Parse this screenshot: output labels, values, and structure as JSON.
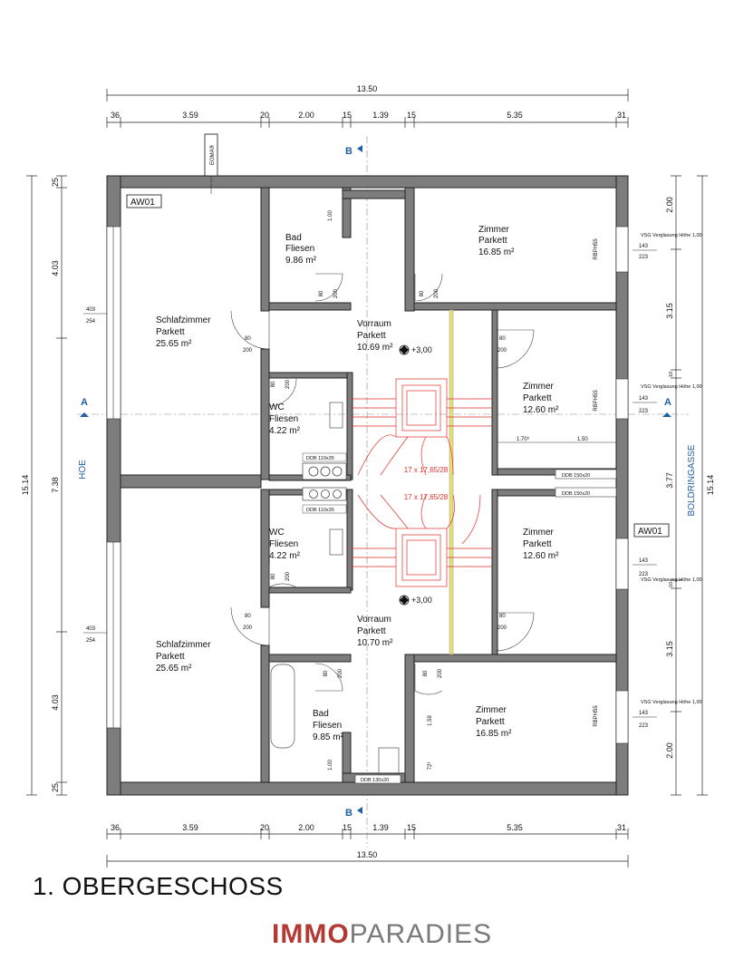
{
  "floor_title": "1. OBERGESCHOSS",
  "logo": {
    "text_left": "IMMO",
    "text_right": "PARADIES"
  },
  "dims": {
    "total_width": "13.50",
    "top_segments": [
      "36",
      "3.59",
      "20",
      "2.00",
      "15",
      "1.39",
      "15",
      "5.35",
      "31"
    ],
    "left_segments": [
      "25",
      "4.03",
      "7.38",
      "4.03",
      "25"
    ],
    "left_total": "15.14",
    "right_segments": [
      "2.00",
      "3.15",
      "10",
      "3.77",
      "10",
      "3.15",
      "2.00"
    ],
    "right_total": "15.14"
  },
  "street_labels": {
    "left": "HOE",
    "right": "BOLDRINGASSE"
  },
  "section_marks": {
    "b": "B",
    "a": "A"
  },
  "tags": {
    "aw01": "AW01",
    "eoma": "EOMA®"
  },
  "rooms": {
    "bad_top": {
      "name": "Bad",
      "floor": "Fliesen",
      "area": "9.86 m²"
    },
    "zimmer_top_right": {
      "name": "Zimmer",
      "floor": "Parkett",
      "area": "16.85 m²"
    },
    "schlaf_top": {
      "name": "Schlafzimmer",
      "floor": "Parkett",
      "area": "25.65 m²"
    },
    "vorraum_top": {
      "name": "Vorraum",
      "floor": "Parkett",
      "area": "10.69 m²"
    },
    "zimmer_mid_top": {
      "name": "Zimmer",
      "floor": "Parkett",
      "area": "12.60 m²"
    },
    "wc_top": {
      "name": "WC",
      "floor": "Fliesen",
      "area": "4.22 m²"
    },
    "wc_bottom": {
      "name": "WC",
      "floor": "Fliesen",
      "area": "4.22 m²"
    },
    "zimmer_mid_bottom": {
      "name": "Zimmer",
      "floor": "Parkett",
      "area": "12.60 m²"
    },
    "schlaf_bottom": {
      "name": "Schlafzimmer",
      "floor": "Parkett",
      "area": "25.65 m²"
    },
    "vorraum_bottom": {
      "name": "Vorraum",
      "floor": "Parkett",
      "area": "10.70 m²"
    },
    "bad_bottom": {
      "name": "Bad",
      "floor": "Fliesen",
      "area": "9.85 m²"
    },
    "zimmer_bottom_right": {
      "name": "Zimmer",
      "floor": "Parkett",
      "area": "16.85 m²"
    }
  },
  "notes": {
    "level": "+3,00",
    "stairs": "17 x 17,65/28",
    "vsg": "VSG Verglasung Höhe 1,00",
    "rbph": "RBPH55",
    "window_sill": "143",
    "window_height": "223",
    "win_left_w": "403",
    "win_left_h": "254",
    "door_w": "80",
    "door_h": "200",
    "ddb_small": "DDB 110x35",
    "ddb_large": "DDB 150x20",
    "ddb_bath": "DDB 130x20",
    "dim_100": "1.00",
    "dim_170": "1.70⁵",
    "dim_150": "1.50",
    "dim_159": "1.59",
    "dim_72": "72³"
  }
}
